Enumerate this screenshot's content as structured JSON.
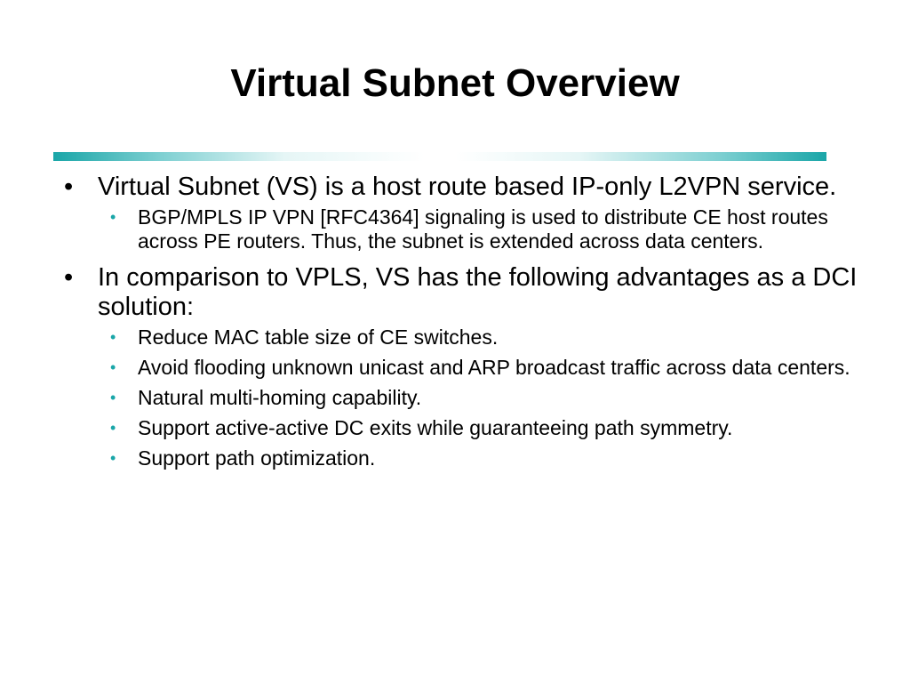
{
  "slide": {
    "title": "Virtual Subnet Overview",
    "accent_color": "#1aa6a8",
    "bullets": [
      {
        "text": "Virtual Subnet (VS) is a host route based IP-only L2VPN service.",
        "sub": [
          "BGP/MPLS IP VPN [RFC4364] signaling is used to distribute CE host routes across PE routers. Thus, the subnet is extended across data centers."
        ]
      },
      {
        "text": "In comparison to VPLS, VS has the following advantages as a DCI solution:",
        "sub": [
          "Reduce MAC table size of CE switches.",
          "Avoid flooding unknown unicast and ARP broadcast traffic across data centers.",
          "Natural multi-homing capability.",
          "Support active-active DC exits while guaranteeing path symmetry.",
          "Support path optimization."
        ]
      }
    ]
  }
}
